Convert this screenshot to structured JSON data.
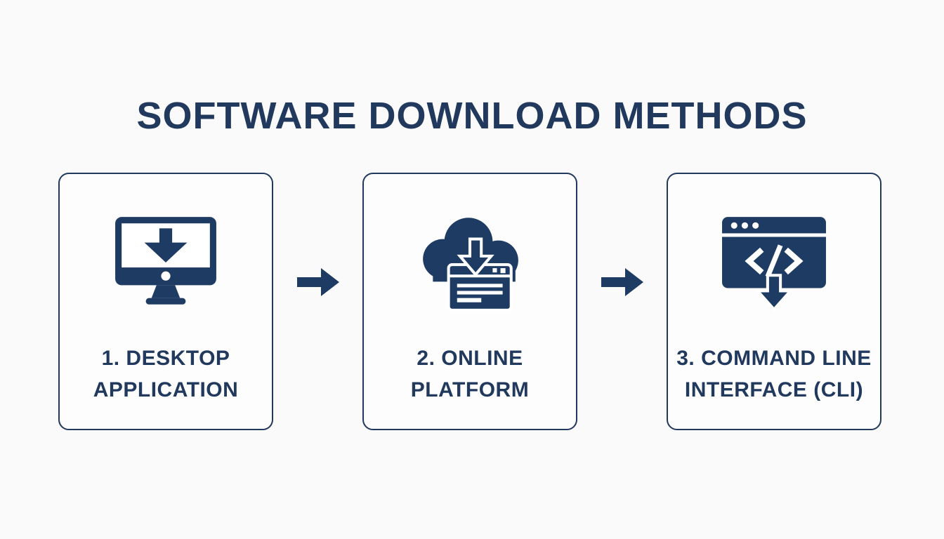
{
  "theme": {
    "navy": "#22395e",
    "icon-navy": "#1e3c63",
    "page-bg": "#fafafb",
    "box-bg": "#fdfdfe"
  },
  "title": "SOFTWARE DOWNLOAD METHODS",
  "steps": [
    {
      "label": "1. DESKTOP\nAPPLICATION",
      "icon": "desktop-download-icon"
    },
    {
      "label": "2. ONLINE\nPLATFORM",
      "icon": "cloud-download-icon"
    },
    {
      "label": "3. COMMAND LINE\nINTERFACE (CLI)",
      "icon": "code-window-download-icon"
    }
  ],
  "connector": "right-arrow"
}
